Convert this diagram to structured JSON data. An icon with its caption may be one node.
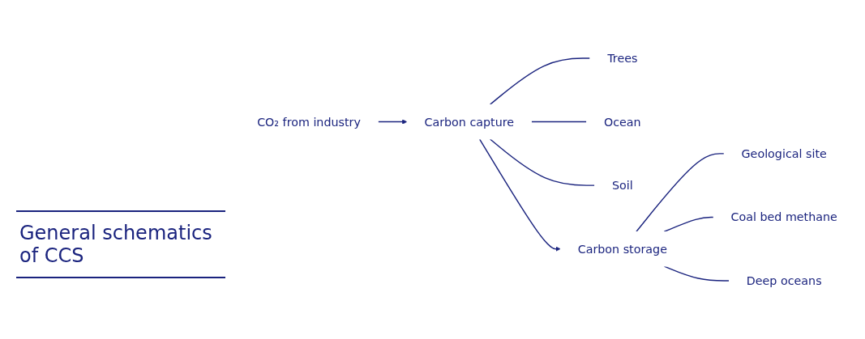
{
  "diagram": {
    "title": "General schematics of CCS",
    "nodes": [
      {
        "text": [
          "CO₂ from industry"
        ]
      },
      {
        "text": [
          "Carbon capture"
        ]
      },
      {
        "text": [
          "Trees"
        ]
      },
      {
        "text": [
          "Ocean"
        ]
      },
      {
        "text": [
          "Soil"
        ]
      },
      {
        "text": [
          "Carbon storage"
        ]
      },
      {
        "text": [
          "Geological site"
        ]
      },
      {
        "text": [
          "Coal bed methane"
        ]
      },
      {
        "text": [
          "Deep oceans"
        ]
      }
    ],
    "edges": [
      {
        "from": 0,
        "to": 1,
        "arrow": "to"
      },
      {
        "from": 1,
        "to": 2,
        "arrow": "none"
      },
      {
        "from": 1,
        "to": 3,
        "arrow": "none"
      },
      {
        "from": 1,
        "to": 4,
        "arrow": "none"
      },
      {
        "from": 1,
        "to": 5,
        "arrow": "to"
      },
      {
        "from": 5,
        "to": 6,
        "arrow": "none"
      },
      {
        "from": 5,
        "to": 7,
        "arrow": "none"
      },
      {
        "from": 5,
        "to": 8,
        "arrow": "none"
      }
    ]
  }
}
